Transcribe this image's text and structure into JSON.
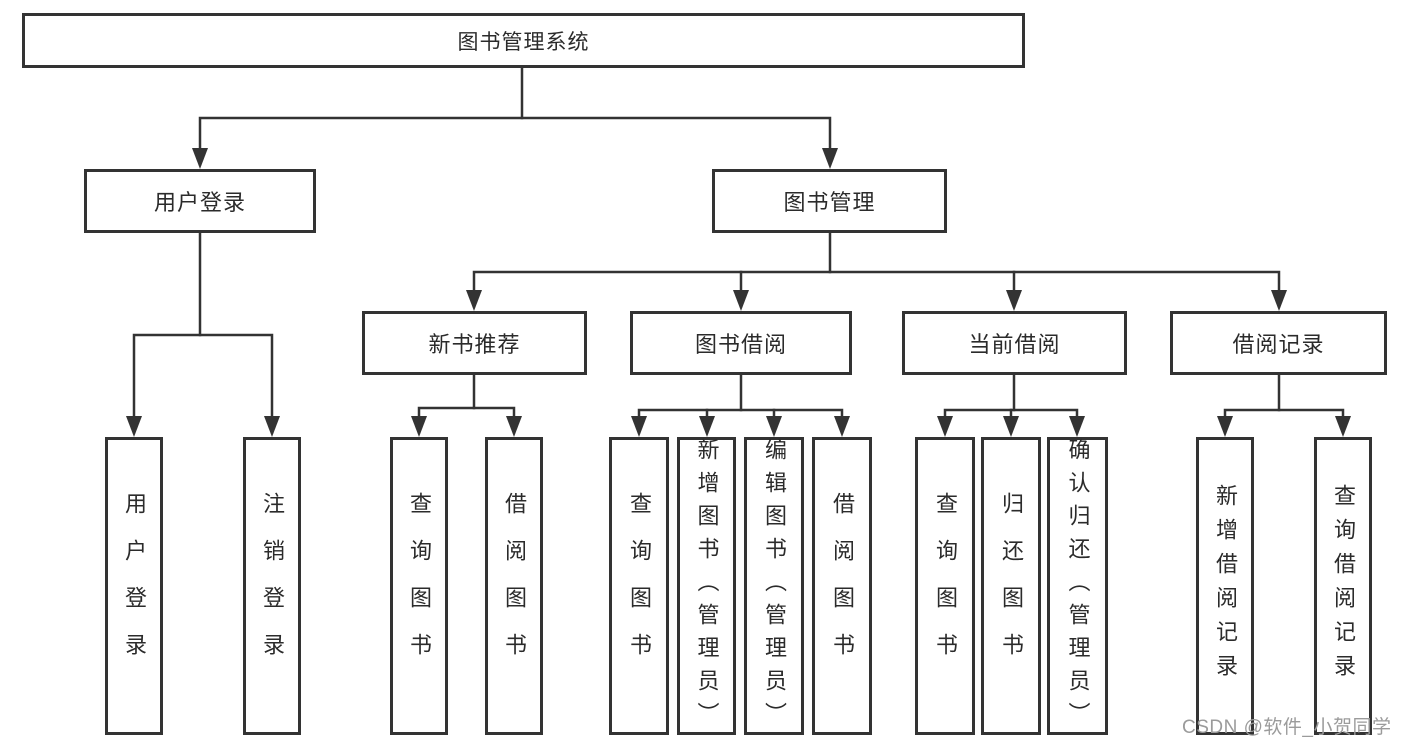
{
  "tree": {
    "label": "图书管理系统",
    "children": [
      {
        "label": "用户登录",
        "children": [
          {
            "label": "用户登录"
          },
          {
            "label": "注销登录"
          }
        ]
      },
      {
        "label": "图书管理",
        "children": [
          {
            "label": "新书推荐",
            "children": [
              {
                "label": "查询图书"
              },
              {
                "label": "借阅图书"
              }
            ]
          },
          {
            "label": "图书借阅",
            "children": [
              {
                "label": "查询图书"
              },
              {
                "label": "新增图书（管理员）"
              },
              {
                "label": "编辑图书（管理员）"
              },
              {
                "label": "借阅图书"
              }
            ]
          },
          {
            "label": "当前借阅",
            "children": [
              {
                "label": "查询图书"
              },
              {
                "label": "归还图书"
              },
              {
                "label": "确认归还（管理员）"
              }
            ]
          },
          {
            "label": "借阅记录",
            "children": [
              {
                "label": "新增借阅记录"
              },
              {
                "label": "查询借阅记录"
              }
            ]
          }
        ]
      }
    ]
  },
  "watermark": {
    "text": "CSDN @软件_小贺同学"
  },
  "colors": {
    "line": "#333333",
    "box_border": "#333333",
    "text": "#2b2b2b",
    "background": "#ffffff",
    "watermark": "#9b9b9b"
  }
}
